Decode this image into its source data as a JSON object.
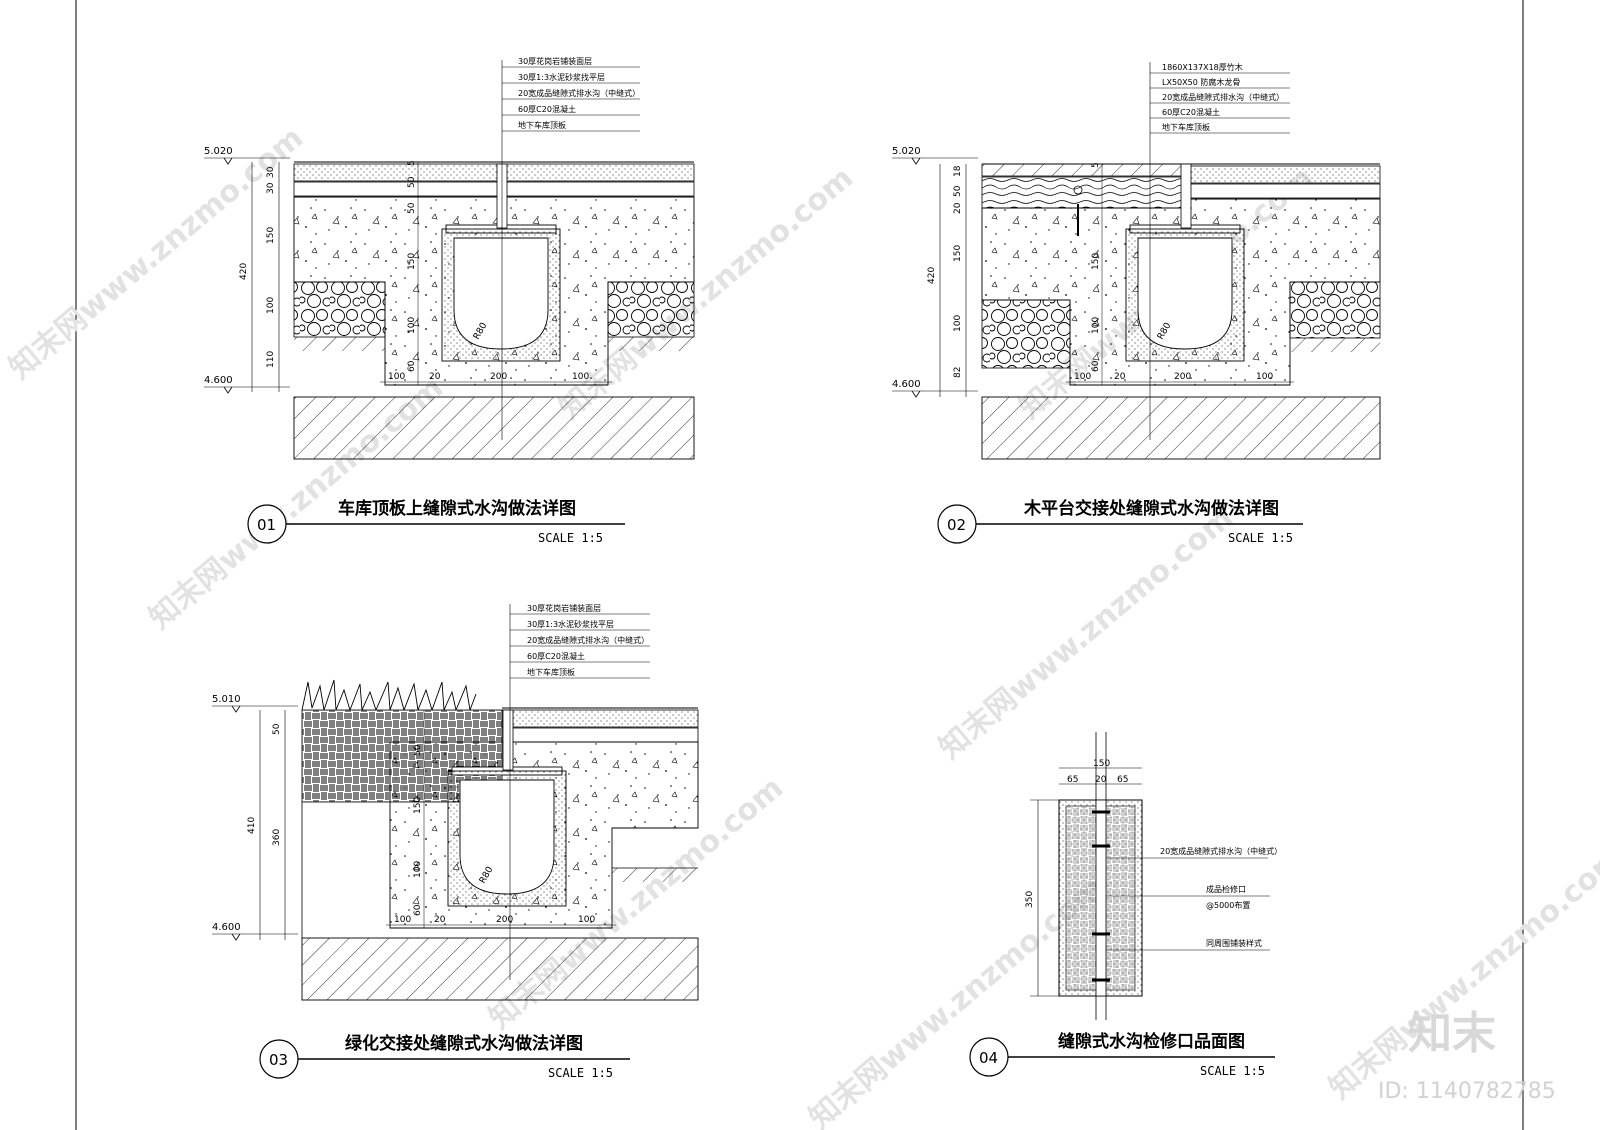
{
  "brand": {
    "logo_text": "知末",
    "id_label": "ID: 1140782785",
    "watermark": "知末网www.znzmo.com"
  },
  "details": [
    {
      "number": "01",
      "title": "车库顶板上缝隙式水沟做法详图",
      "scale": "SCALE 1:5",
      "levels": [
        "5.020",
        "4.600"
      ],
      "notes": [
        "30厚花岗岩铺装面层",
        "30厚1:3水泥砂浆找平层",
        "20宽成品缝隙式排水沟（中缝式）",
        "60厚C20混凝土",
        "地下车库顶板"
      ],
      "left_dims": [
        "30",
        "30",
        "150",
        "100",
        "110"
      ],
      "total_dim": "420",
      "inner_dims": [
        "5",
        "50",
        "50",
        "150",
        "100",
        "60"
      ],
      "bottom_dims": [
        "100",
        "20",
        "200",
        "100"
      ],
      "radius_label": "R80"
    },
    {
      "number": "02",
      "title": "木平台交接处缝隙式水沟做法详图",
      "scale": "SCALE 1:5",
      "levels": [
        "5.020",
        "4.600"
      ],
      "notes": [
        "1860X137X18厚竹木",
        "LX50X50  防腐木龙骨",
        "20宽成品缝隙式排水沟（中缝式）",
        "60厚C20混凝土",
        "地下车库顶板"
      ],
      "left_dims": [
        "18",
        "50",
        "20",
        "150",
        "100",
        "82"
      ],
      "total_dim": "420",
      "inner_dims": [
        "5",
        "150",
        "100",
        "60"
      ],
      "bottom_dims": [
        "100",
        "20",
        "200",
        "100"
      ],
      "radius_label": "R80"
    },
    {
      "number": "03",
      "title": "绿化交接处缝隙式水沟做法详图",
      "scale": "SCALE 1:5",
      "levels": [
        "5.010",
        "4.600"
      ],
      "notes": [
        "30厚花岗岩铺装面层",
        "30厚1:3水泥砂浆找平层",
        "20宽成品缝隙式排水沟（中缝式）",
        "60厚C20混凝土",
        "地下车库顶板"
      ],
      "left_dims": [
        "50",
        "360"
      ],
      "total_dim": "410",
      "inner_dims": [
        "50",
        "150",
        "100",
        "60"
      ],
      "bottom_dims": [
        "100",
        "20",
        "200",
        "100"
      ],
      "radius_label": "R80"
    },
    {
      "number": "04",
      "title": "缝隙式水沟检修口品面图",
      "scale": "SCALE 1:5",
      "top_dims": [
        "150",
        "65",
        "20",
        "65"
      ],
      "height_dim": "350",
      "notes": [
        "20宽成品缝隙式排水沟（中缝式）",
        "成品检修口",
        "@5000布置",
        "同周围铺装样式"
      ]
    }
  ]
}
